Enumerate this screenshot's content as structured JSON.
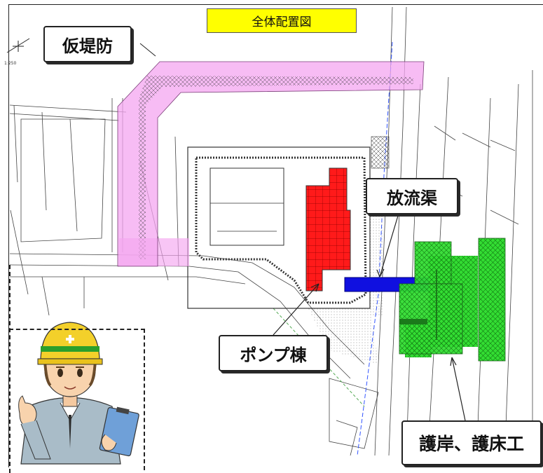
{
  "title": "全体配置図",
  "scale_text": "1:250",
  "labels": {
    "temporary_embankment": "仮堤防",
    "discharge_channel": "放流渠",
    "pump_building": "ポンプ棟",
    "revetment": "護岸、護床工"
  },
  "colors": {
    "temporary_embankment": "#f4a6f0",
    "pump_building": "#ff1a1a",
    "discharge_channel": "#1010e0",
    "revetment": "#33dd33",
    "title_background": "#ffff00"
  },
  "icons": [
    "north-arrow-icon",
    "worker-character-icon",
    "clipboard-icon"
  ]
}
